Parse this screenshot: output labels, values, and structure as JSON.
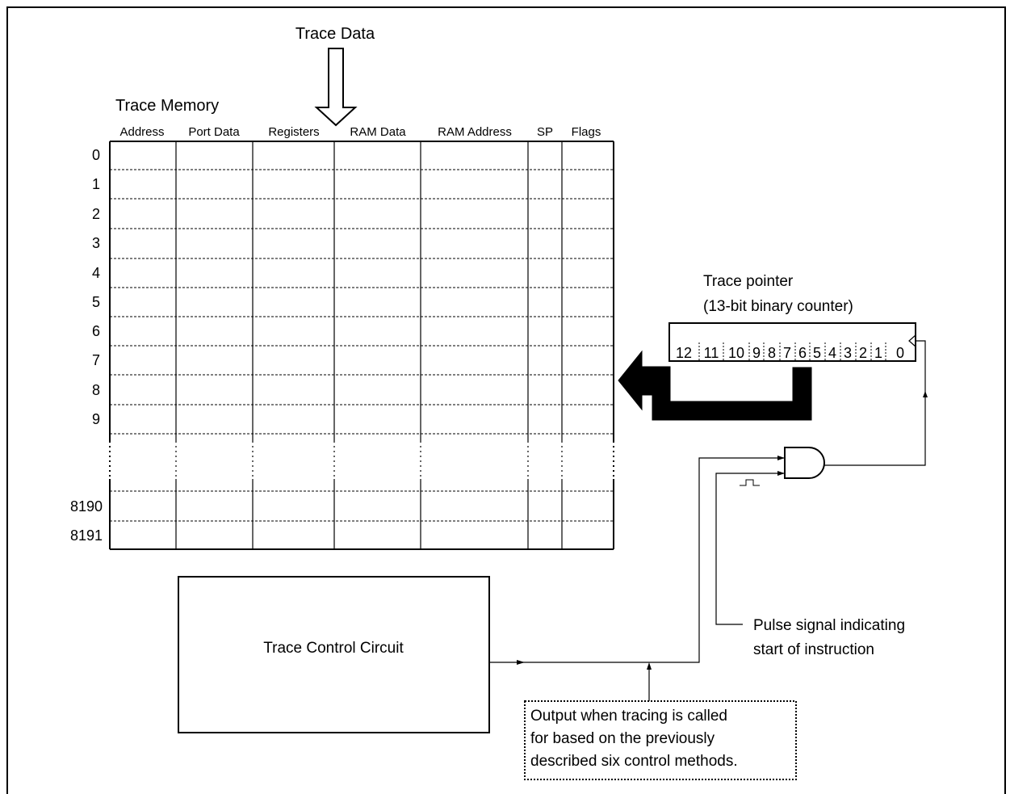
{
  "trace_data_label": "Trace Data",
  "trace_memory": {
    "title": "Trace Memory",
    "columns": [
      "Address",
      "Port Data",
      "Registers",
      "RAM Data",
      "RAM Address",
      "SP",
      "Flags"
    ],
    "rows": [
      "0",
      "1",
      "2",
      "3",
      "4",
      "5",
      "6",
      "7",
      "8",
      "9"
    ],
    "last_rows": [
      "8190",
      "8191"
    ]
  },
  "trace_pointer": {
    "title_line1": "Trace pointer",
    "title_line2": "(13-bit binary counter)",
    "bits": [
      "12",
      "11",
      "10",
      "9",
      "8",
      "7",
      "6",
      "5",
      "4",
      "3",
      "2",
      "1",
      "0"
    ]
  },
  "control_circuit_label": "Trace Control Circuit",
  "pulse_label_line1": "Pulse signal indicating",
  "pulse_label_line2": "start of instruction",
  "output_note": [
    "Output when tracing is called",
    "for based on the previously",
    "described six control methods."
  ]
}
